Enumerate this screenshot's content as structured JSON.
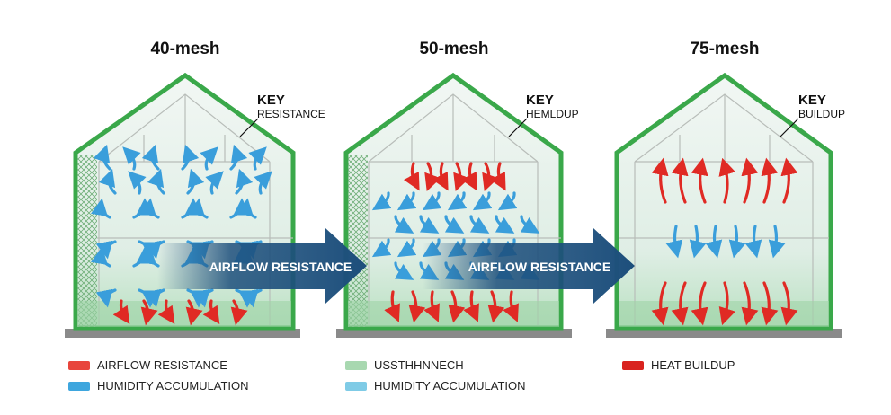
{
  "panels": [
    {
      "title": "40-mesh",
      "key_title": "KEY",
      "key_value": "RESISTANCE"
    },
    {
      "title": "50-mesh",
      "key_title": "KEY",
      "key_value": "HEMLDUP"
    },
    {
      "title": "75-mesh",
      "key_title": "KEY",
      "key_value": "BUILDUP"
    }
  ],
  "big_arrows": [
    {
      "label": "AIRFLOW RESISTANCE"
    },
    {
      "label": "AIRFLOW RESISTANCE"
    }
  ],
  "legend": [
    {
      "label": "AIRFLOW RESISTANCE",
      "color": "#e8453c"
    },
    {
      "label": "HUMIDITY ACCUMULATION",
      "color": "#3ea6de"
    },
    {
      "label": "USSTHHNNECH",
      "color": "#a8d8b0"
    },
    {
      "label": "HUMIDITY ACCUMULATION",
      "color": "#7fcbe6"
    },
    {
      "label": "HEAT BUILDUP",
      "color": "#d9231f"
    }
  ],
  "colors": {
    "frame": "#3aa84a",
    "humidity_arrow": "#3a9edb",
    "heat_arrow": "#e02a24",
    "big_arrow": "#1d4f7c",
    "ground": "#888888"
  }
}
